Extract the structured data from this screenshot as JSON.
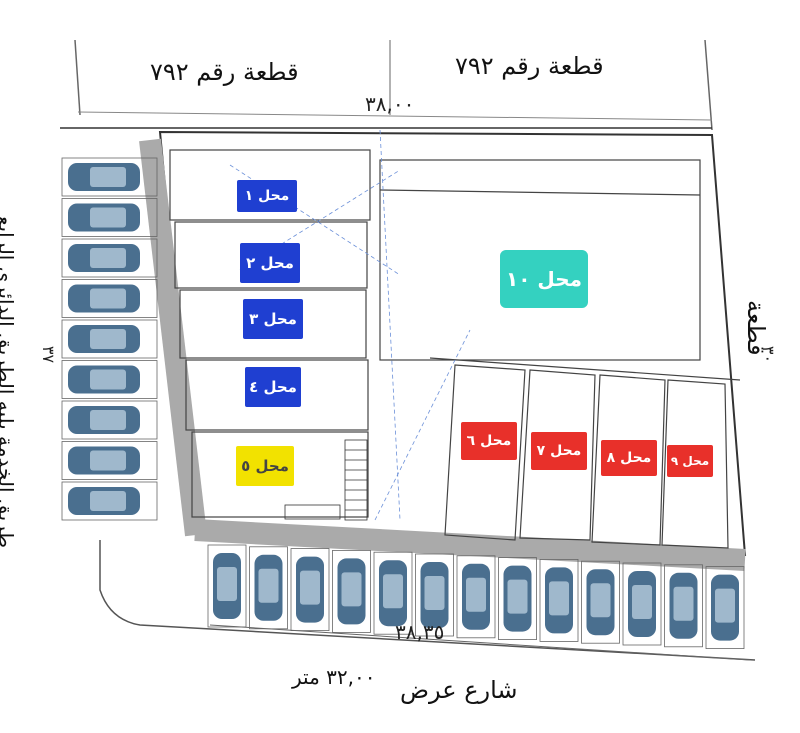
{
  "plot_labels": {
    "left": "قطعة رقم ٧٩٢",
    "right": "قطعة رقم ٧٩٢",
    "far_right": "قطعة"
  },
  "dimensions": {
    "top_width": "٣٨,٠٠",
    "bottom_width": "٣٨,٣٥",
    "left_depth": "٣٧",
    "right_depth": "٣٠"
  },
  "road_labels": {
    "side_road": "طريق الخدمة يليه الطريق الدائري الرابع",
    "front_street": "شارع عرض",
    "front_street_width": "٣٢,٠٠ متر"
  },
  "shops": [
    {
      "label": "محل ١",
      "color": "#1f3fd1"
    },
    {
      "label": "محل ٢",
      "color": "#1f3fd1"
    },
    {
      "label": "محل ٣",
      "color": "#1f3fd1"
    },
    {
      "label": "محل ٤",
      "color": "#1f3fd1"
    },
    {
      "label": "محل ٥",
      "color": "#f2e200"
    },
    {
      "label": "محل ٦",
      "color": "#e8302a"
    },
    {
      "label": "محل ٧",
      "color": "#e8302a"
    },
    {
      "label": "محل ٨",
      "color": "#e8302a"
    },
    {
      "label": "محل ٩",
      "color": "#e8302a"
    },
    {
      "label": "محل ١٠",
      "color": "#34d1c0"
    }
  ],
  "parking": {
    "left_column_count": 9,
    "bottom_row_count": 13,
    "car_color": "#4a6f8f"
  }
}
